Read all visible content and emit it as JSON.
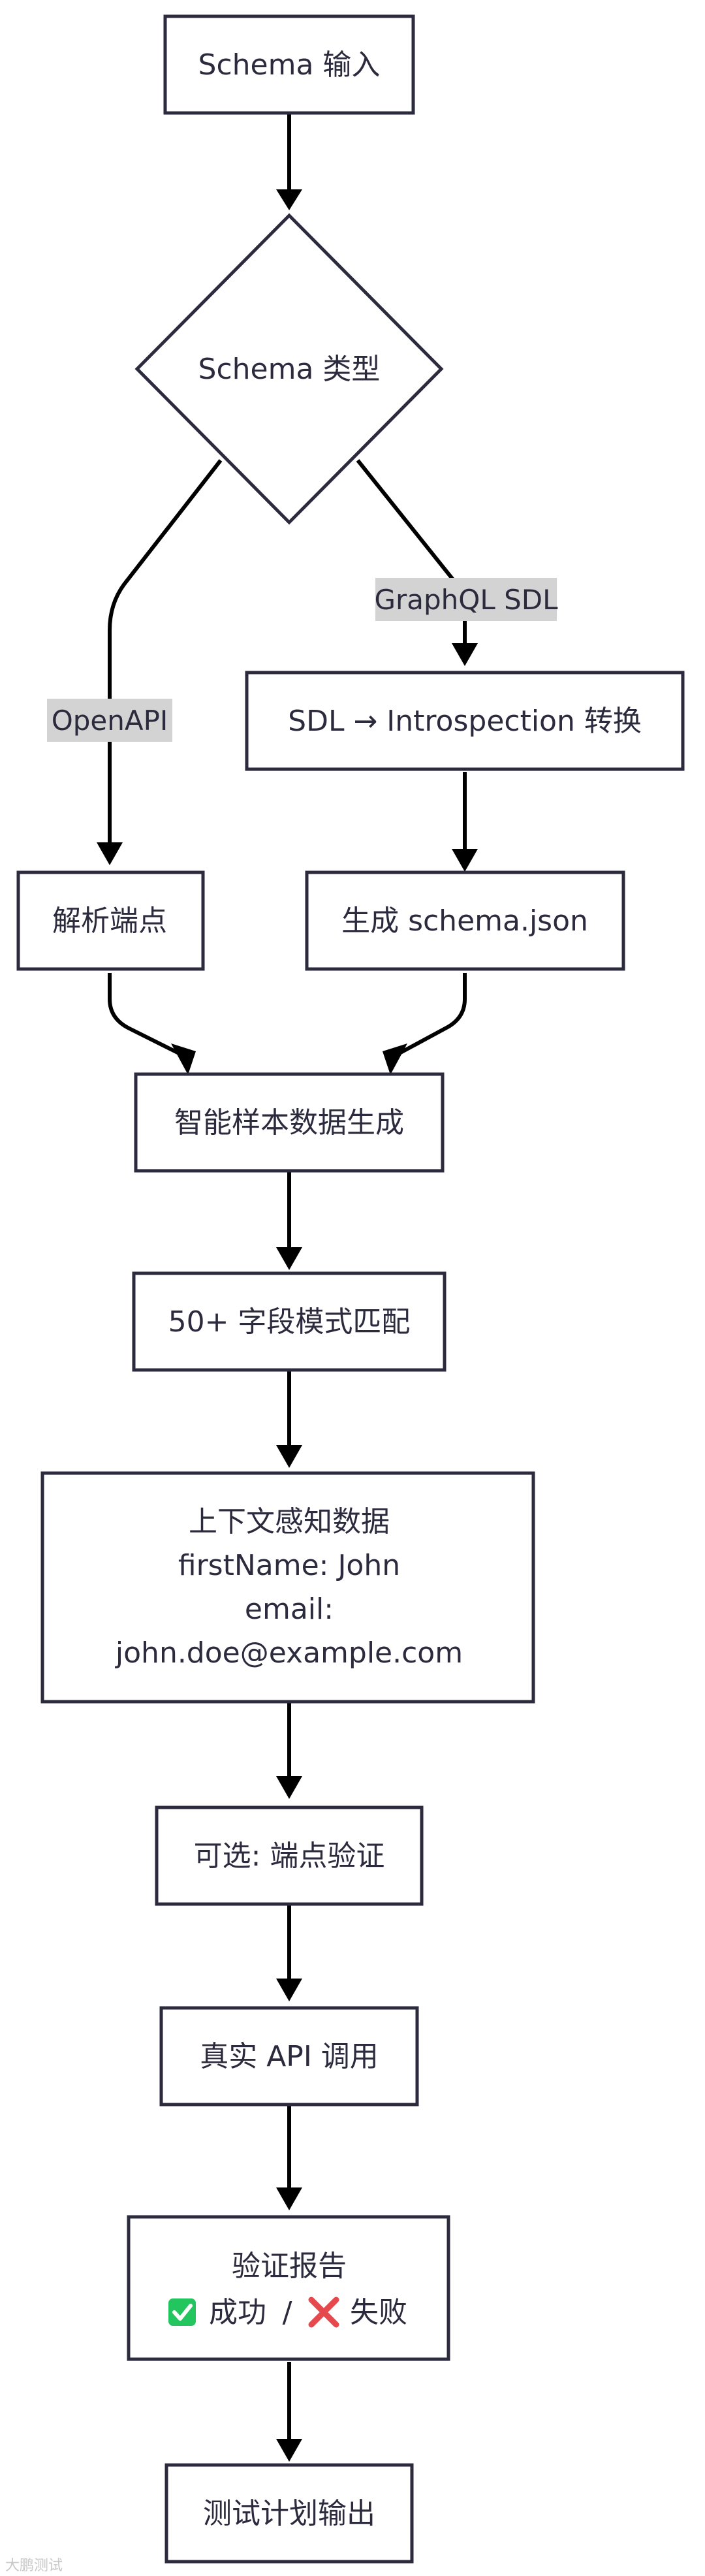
{
  "diagram": {
    "type": "flowchart",
    "nodes": {
      "schema_input": "Schema 输入",
      "schema_type": "Schema 类型",
      "sdl_convert": "SDL → Introspection 转换",
      "parse_endpoints": "解析端点",
      "gen_schema_json": "生成 schema.json",
      "smart_sample": "智能样本数据生成",
      "field_match": "50+ 字段模式匹配",
      "context_title": "上下文感知数据",
      "context_line1": "firstName: John",
      "context_line2": "email:",
      "context_line3": "john.doe@example.com",
      "optional_validate": "可选: 端点验证",
      "real_api": "真实 API 调用",
      "report_title": "验证报告",
      "report_success": "成功",
      "report_sep": "/",
      "report_fail": "失败",
      "test_plan": "测试计划输出"
    },
    "edges": {
      "graphql_sdl": "GraphQL SDL",
      "openapi": "OpenAPI"
    },
    "icons": {
      "success": "check-mark-icon",
      "fail": "cross-mark-icon"
    },
    "colors": {
      "node_stroke": "#2c2a3d",
      "label_bg": "#d3d3d3",
      "success_green": "#22c55e",
      "fail_red": "#e5484d"
    },
    "watermark": "大鹏测试"
  }
}
